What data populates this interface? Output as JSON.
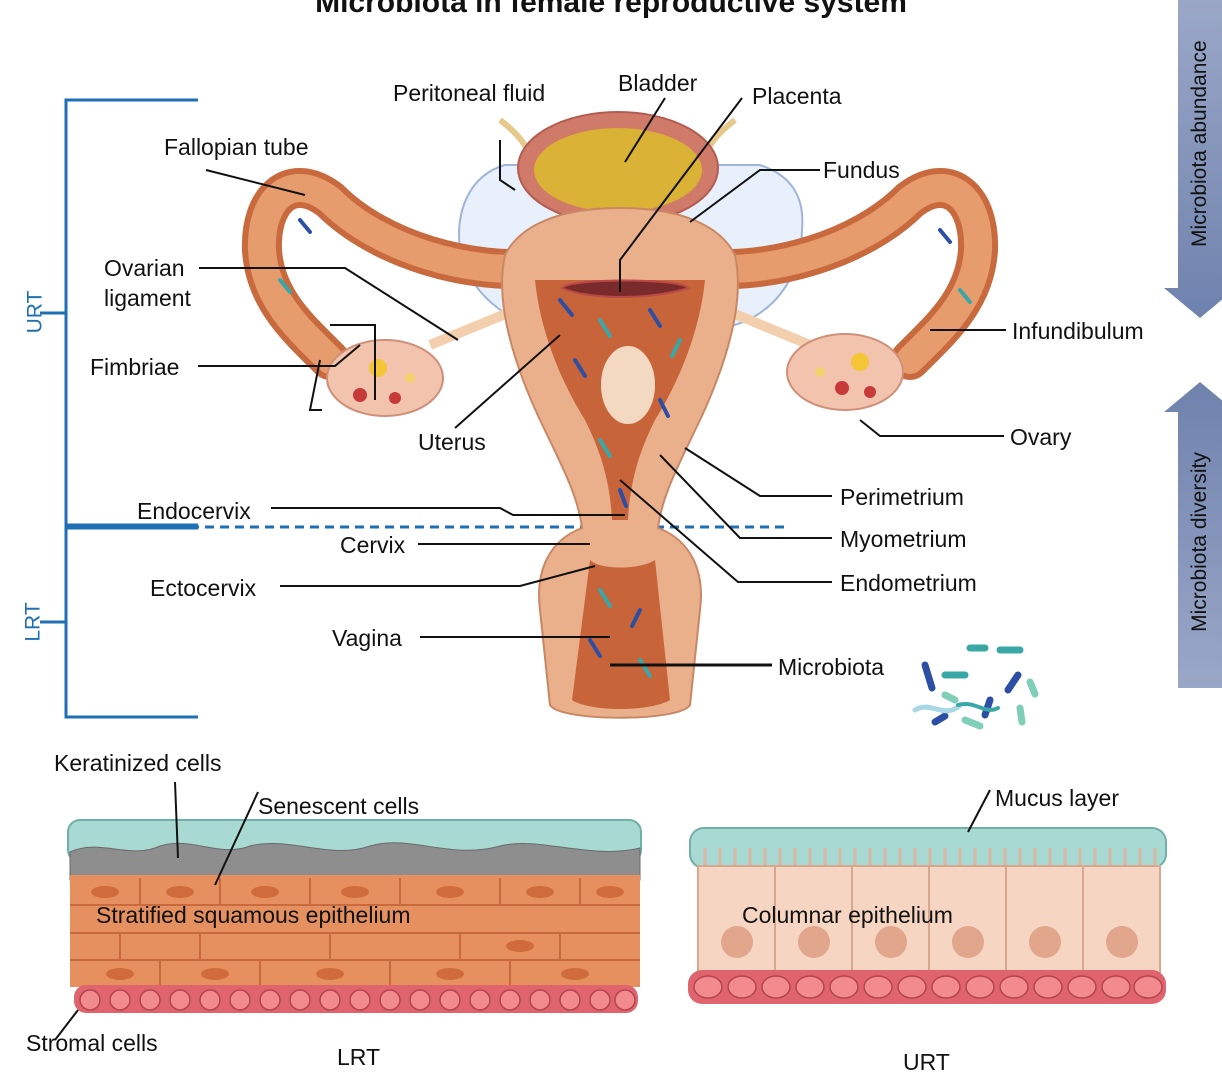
{
  "title": "Microbiota in female reproductive system",
  "colors": {
    "bracket": "#1f6fb5",
    "uterus_outer": "#eab08c",
    "uterus_inner": "#c8643a",
    "arrow": "#7c8fb7",
    "mucus": "#a9d9d3",
    "cells": "#e5905e",
    "stromal": "#e0646e",
    "columnar": "#f6d6c2"
  },
  "regions": {
    "upper": "URT",
    "lower": "LRT"
  },
  "labels": {
    "peritoneal_fluid": "Peritoneal fluid",
    "bladder": "Bladder",
    "placenta": "Placenta",
    "fallopian_tube": "Fallopian tube",
    "fundus": "Fundus",
    "ovarian_ligament_line1": "Ovarian",
    "ovarian_ligament_line2": "ligament",
    "fimbriae": "Fimbriae",
    "uterus": "Uterus",
    "infundibulum": "Infundibulum",
    "ovary": "Ovary",
    "perimetrium": "Perimetrium",
    "endocervix": "Endocervix",
    "myometrium": "Myometrium",
    "cervix": "Cervix",
    "ectocervix": "Ectocervix",
    "endometrium": "Endometrium",
    "vagina": "Vagina",
    "microbiota": "Microbiota"
  },
  "gradients": {
    "abundance": "Microbiota abundance",
    "diversity": "Microbiota diversity"
  },
  "tissue": {
    "keratinized": "Keratinized cells",
    "senescent": "Senescent cells",
    "stratified": "Stratified squamous epithelium",
    "stromal": "Stromal cells",
    "mucus": "Mucus layer",
    "columnar": "Columnar epithelium",
    "lrt_caption": "LRT",
    "urt_caption": "URT"
  }
}
